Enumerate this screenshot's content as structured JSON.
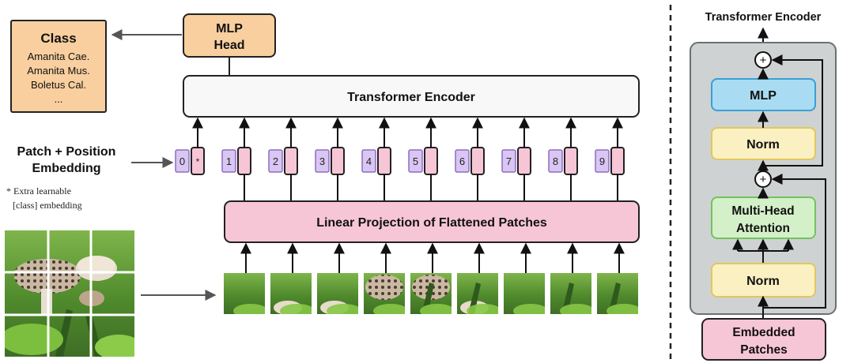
{
  "class_box": {
    "title": "Class",
    "items": [
      "Amanita Cae.",
      "Amanita Mus.",
      "Boletus Cal.",
      "..."
    ]
  },
  "mlp_head": {
    "line1": "MLP",
    "line2": "Head"
  },
  "transformer_encoder": {
    "label": "Transformer Encoder"
  },
  "patch_embedding": {
    "line1": "Patch + Position",
    "line2": "Embedding",
    "footnote_line1": "* Extra learnable",
    "footnote_line2": "[class] embedding"
  },
  "tokens": [
    "0",
    "1",
    "2",
    "3",
    "4",
    "5",
    "6",
    "7",
    "8",
    "9"
  ],
  "class_token_mark": "*",
  "linear_projection": {
    "label": "Linear Projection of Flattened Patches"
  },
  "encoder_detail": {
    "title": "Transformer Encoder",
    "mlp": "MLP",
    "norm_top": "Norm",
    "attention_line1": "Multi-Head",
    "attention_line2": "Attention",
    "norm_bottom": "Norm",
    "embedded_line1": "Embedded",
    "embedded_line2": "Patches",
    "plus": "+"
  },
  "colors": {
    "orange_fill": "#f9cf9f",
    "white_fill": "#f8f8f8",
    "pink_fill": "#f7c6d6",
    "purple_fill": "#d9c6f2",
    "purple_stroke": "#8e6cc4",
    "gray_panel": "#cfd2d3",
    "blue_fill": "#a9dcf2",
    "blue_stroke": "#3b9fd6",
    "yellow_fill": "#fbf0c2",
    "yellow_stroke": "#e1c75c",
    "green_fill": "#d4f0c8",
    "green_stroke": "#72c35c",
    "arrow": "#555555"
  }
}
